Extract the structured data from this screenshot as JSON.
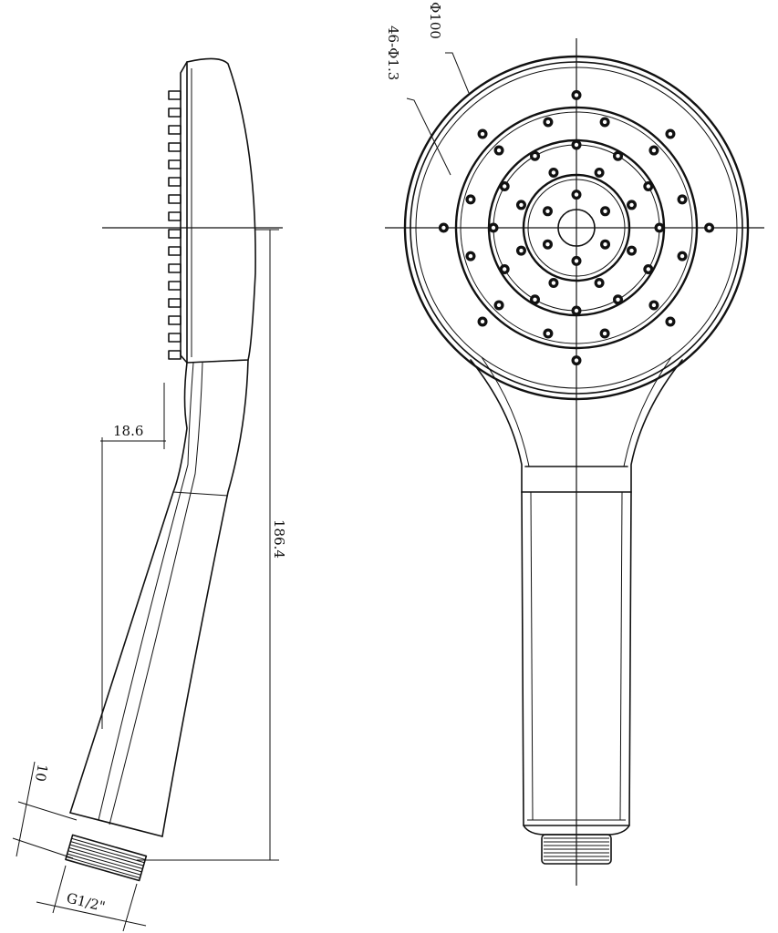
{
  "labels": {
    "outer_diameter": "Φ100",
    "nozzle_spec": "46-Φ1.3",
    "head_offset": "18.6",
    "total_length": "186.4",
    "thread_length": "10",
    "thread_spec": "G1/2\""
  },
  "nozzles": {
    "count": 46,
    "rings": [
      {
        "count": 6,
        "radius_mm": 10
      },
      {
        "count": 8,
        "radius_mm": 18
      },
      {
        "count": 12,
        "radius_mm": 25
      },
      {
        "count": 12,
        "radius_mm": 33
      },
      {
        "count": 8,
        "radius_mm": 40
      }
    ]
  }
}
